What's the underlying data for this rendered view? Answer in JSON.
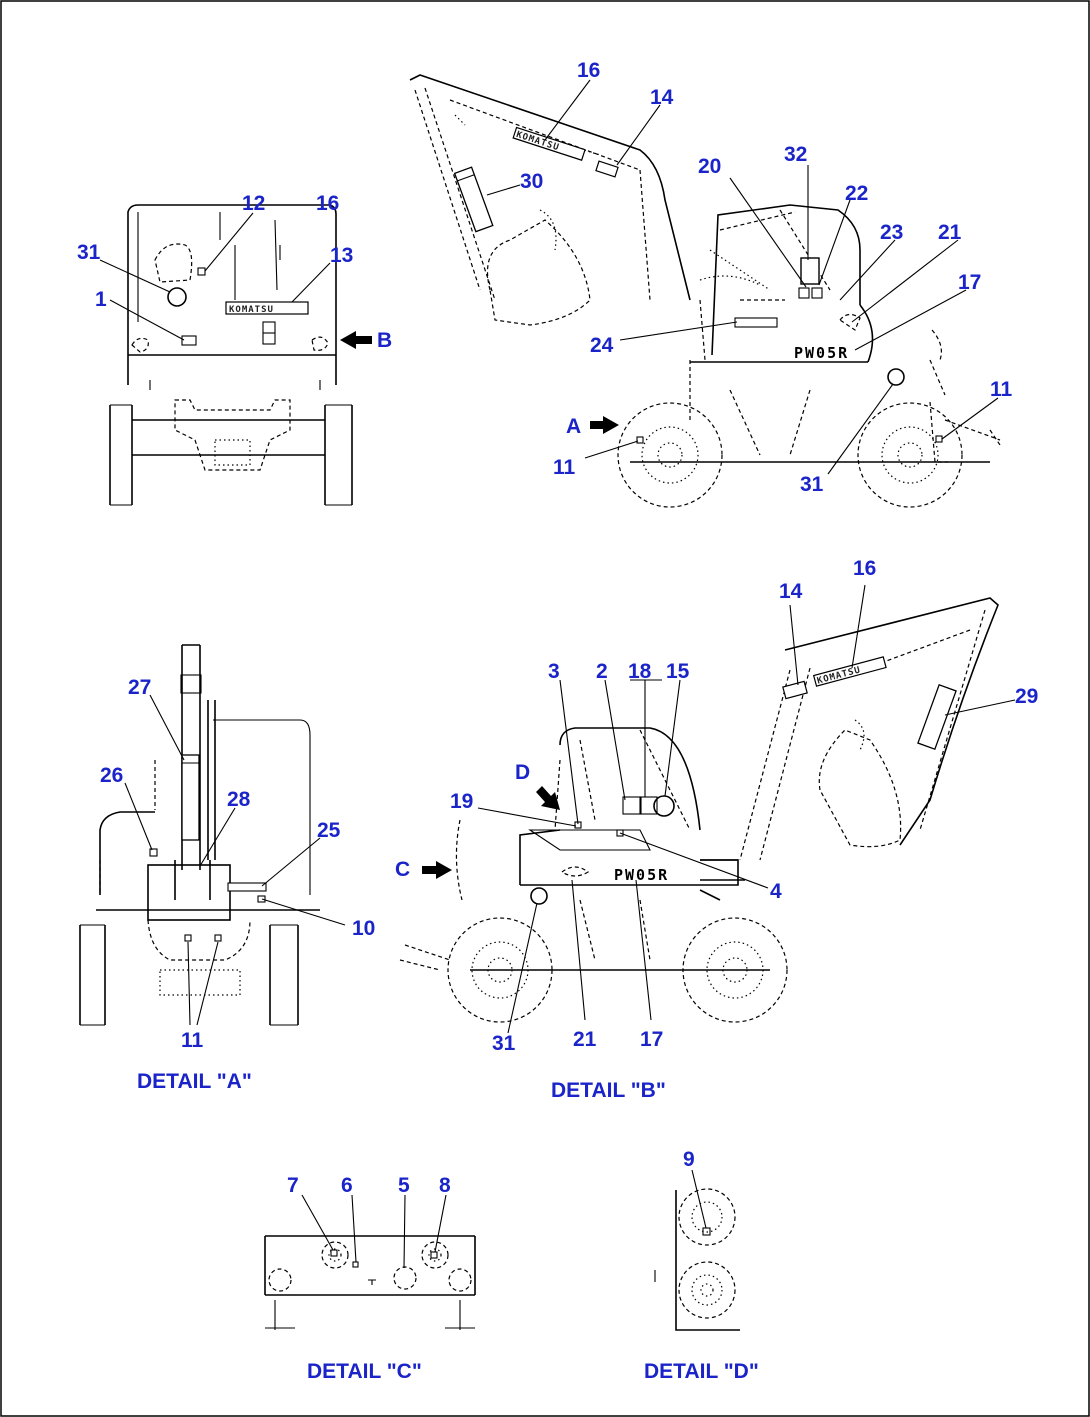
{
  "details": {
    "a": "DETAIL \"A\"",
    "b": "DETAIL \"B\"",
    "c": "DETAIL \"C\"",
    "d": "DETAIL \"D\""
  },
  "arrows": {
    "a": "A",
    "b": "B",
    "c": "C",
    "d": "D"
  },
  "decals": {
    "brand": "KOMATSU",
    "model": "PW05R"
  },
  "callouts": {
    "front": [
      "12",
      "16",
      "31",
      "13",
      "1"
    ],
    "side": [
      "16",
      "14",
      "30",
      "32",
      "20",
      "22",
      "23",
      "21",
      "17",
      "24",
      "11",
      "11",
      "31"
    ],
    "detail_a": [
      "27",
      "26",
      "28",
      "25",
      "10",
      "11"
    ],
    "detail_b": [
      "14",
      "16",
      "3",
      "2",
      "18",
      "15",
      "29",
      "19",
      "4",
      "31",
      "21",
      "17"
    ],
    "detail_c": [
      "7",
      "6",
      "5",
      "8"
    ],
    "detail_d": [
      "9"
    ]
  }
}
